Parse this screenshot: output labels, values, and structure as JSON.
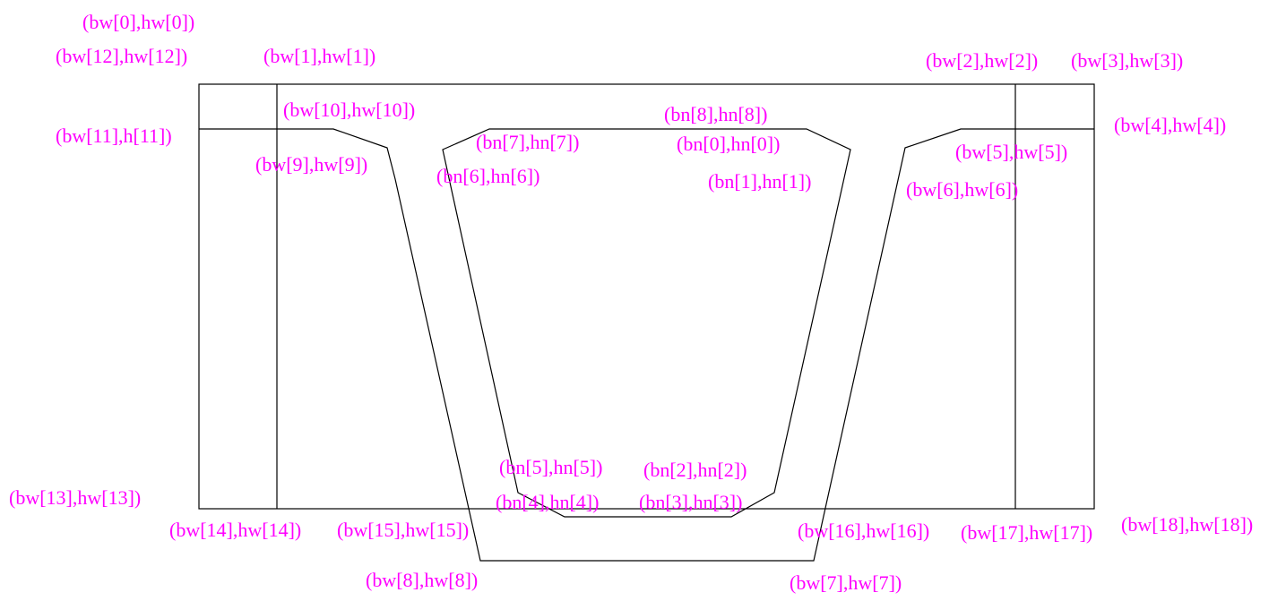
{
  "colors": {
    "line": "#000000",
    "label": "#ff00ff",
    "background": "#ffffff"
  },
  "labels": {
    "bw0": "(bw[0],hw[0])",
    "bw1": "(bw[1],hw[1])",
    "bw2": "(bw[2],hw[2])",
    "bw3": "(bw[3],hw[3])",
    "bw4": "(bw[4],hw[4])",
    "bw5": "(bw[5],hw[5])",
    "bw6": "(bw[6],hw[6])",
    "bw7": "(bw[7],hw[7])",
    "bw8": "(bw[8],hw[8])",
    "bw9": "(bw[9],hw[9])",
    "bw10": "(bw[10],hw[10])",
    "bw11": "(bw[11],h[11])",
    "bw12": "(bw[12],hw[12])",
    "bw13": "(bw[13],hw[13])",
    "bw14": "(bw[14],hw[14])",
    "bw15": "(bw[15],hw[15])",
    "bw16": "(bw[16],hw[16])",
    "bw17": "(bw[17],hw[17])",
    "bw18": "(bw[18],hw[18])",
    "bn0": "(bn[0],hn[0])",
    "bn1": "(bn[1],hn[1])",
    "bn2": "(bn[2],hn[2])",
    "bn3": "(bn[3],hn[3])",
    "bn4": "(bn[4],hn[4])",
    "bn5": "(bn[5],hn[5])",
    "bn6": "(bn[6],hn[6])",
    "bn7": "(bn[7],hn[7])",
    "bn8": "(bn[8],hn[8])"
  }
}
